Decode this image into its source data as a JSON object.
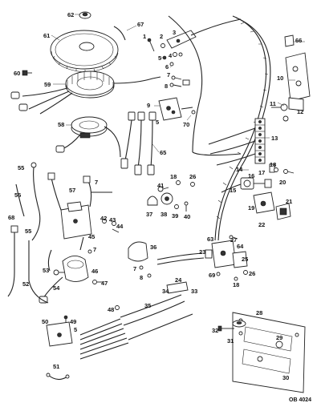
{
  "figure": {
    "reference_code": "OB 4024",
    "callouts": [
      "1",
      "2",
      "3",
      "4",
      "5",
      "6",
      "7",
      "8",
      "9",
      "10",
      "11",
      "12",
      "13",
      "14",
      "15",
      "16",
      "17",
      "18",
      "19",
      "20",
      "21",
      "22",
      "23",
      "24",
      "25",
      "26",
      "27",
      "28",
      "29",
      "30",
      "31",
      "32",
      "33",
      "34",
      "35",
      "36",
      "37",
      "38",
      "39",
      "40",
      "41",
      "42",
      "43",
      "44",
      "45",
      "46",
      "47",
      "48",
      "49",
      "50",
      "51",
      "52",
      "53",
      "54",
      "55",
      "56",
      "57",
      "58",
      "59",
      "60",
      "61",
      "62",
      "63",
      "64",
      "65",
      "66",
      "67",
      "68",
      "69",
      "70"
    ]
  }
}
